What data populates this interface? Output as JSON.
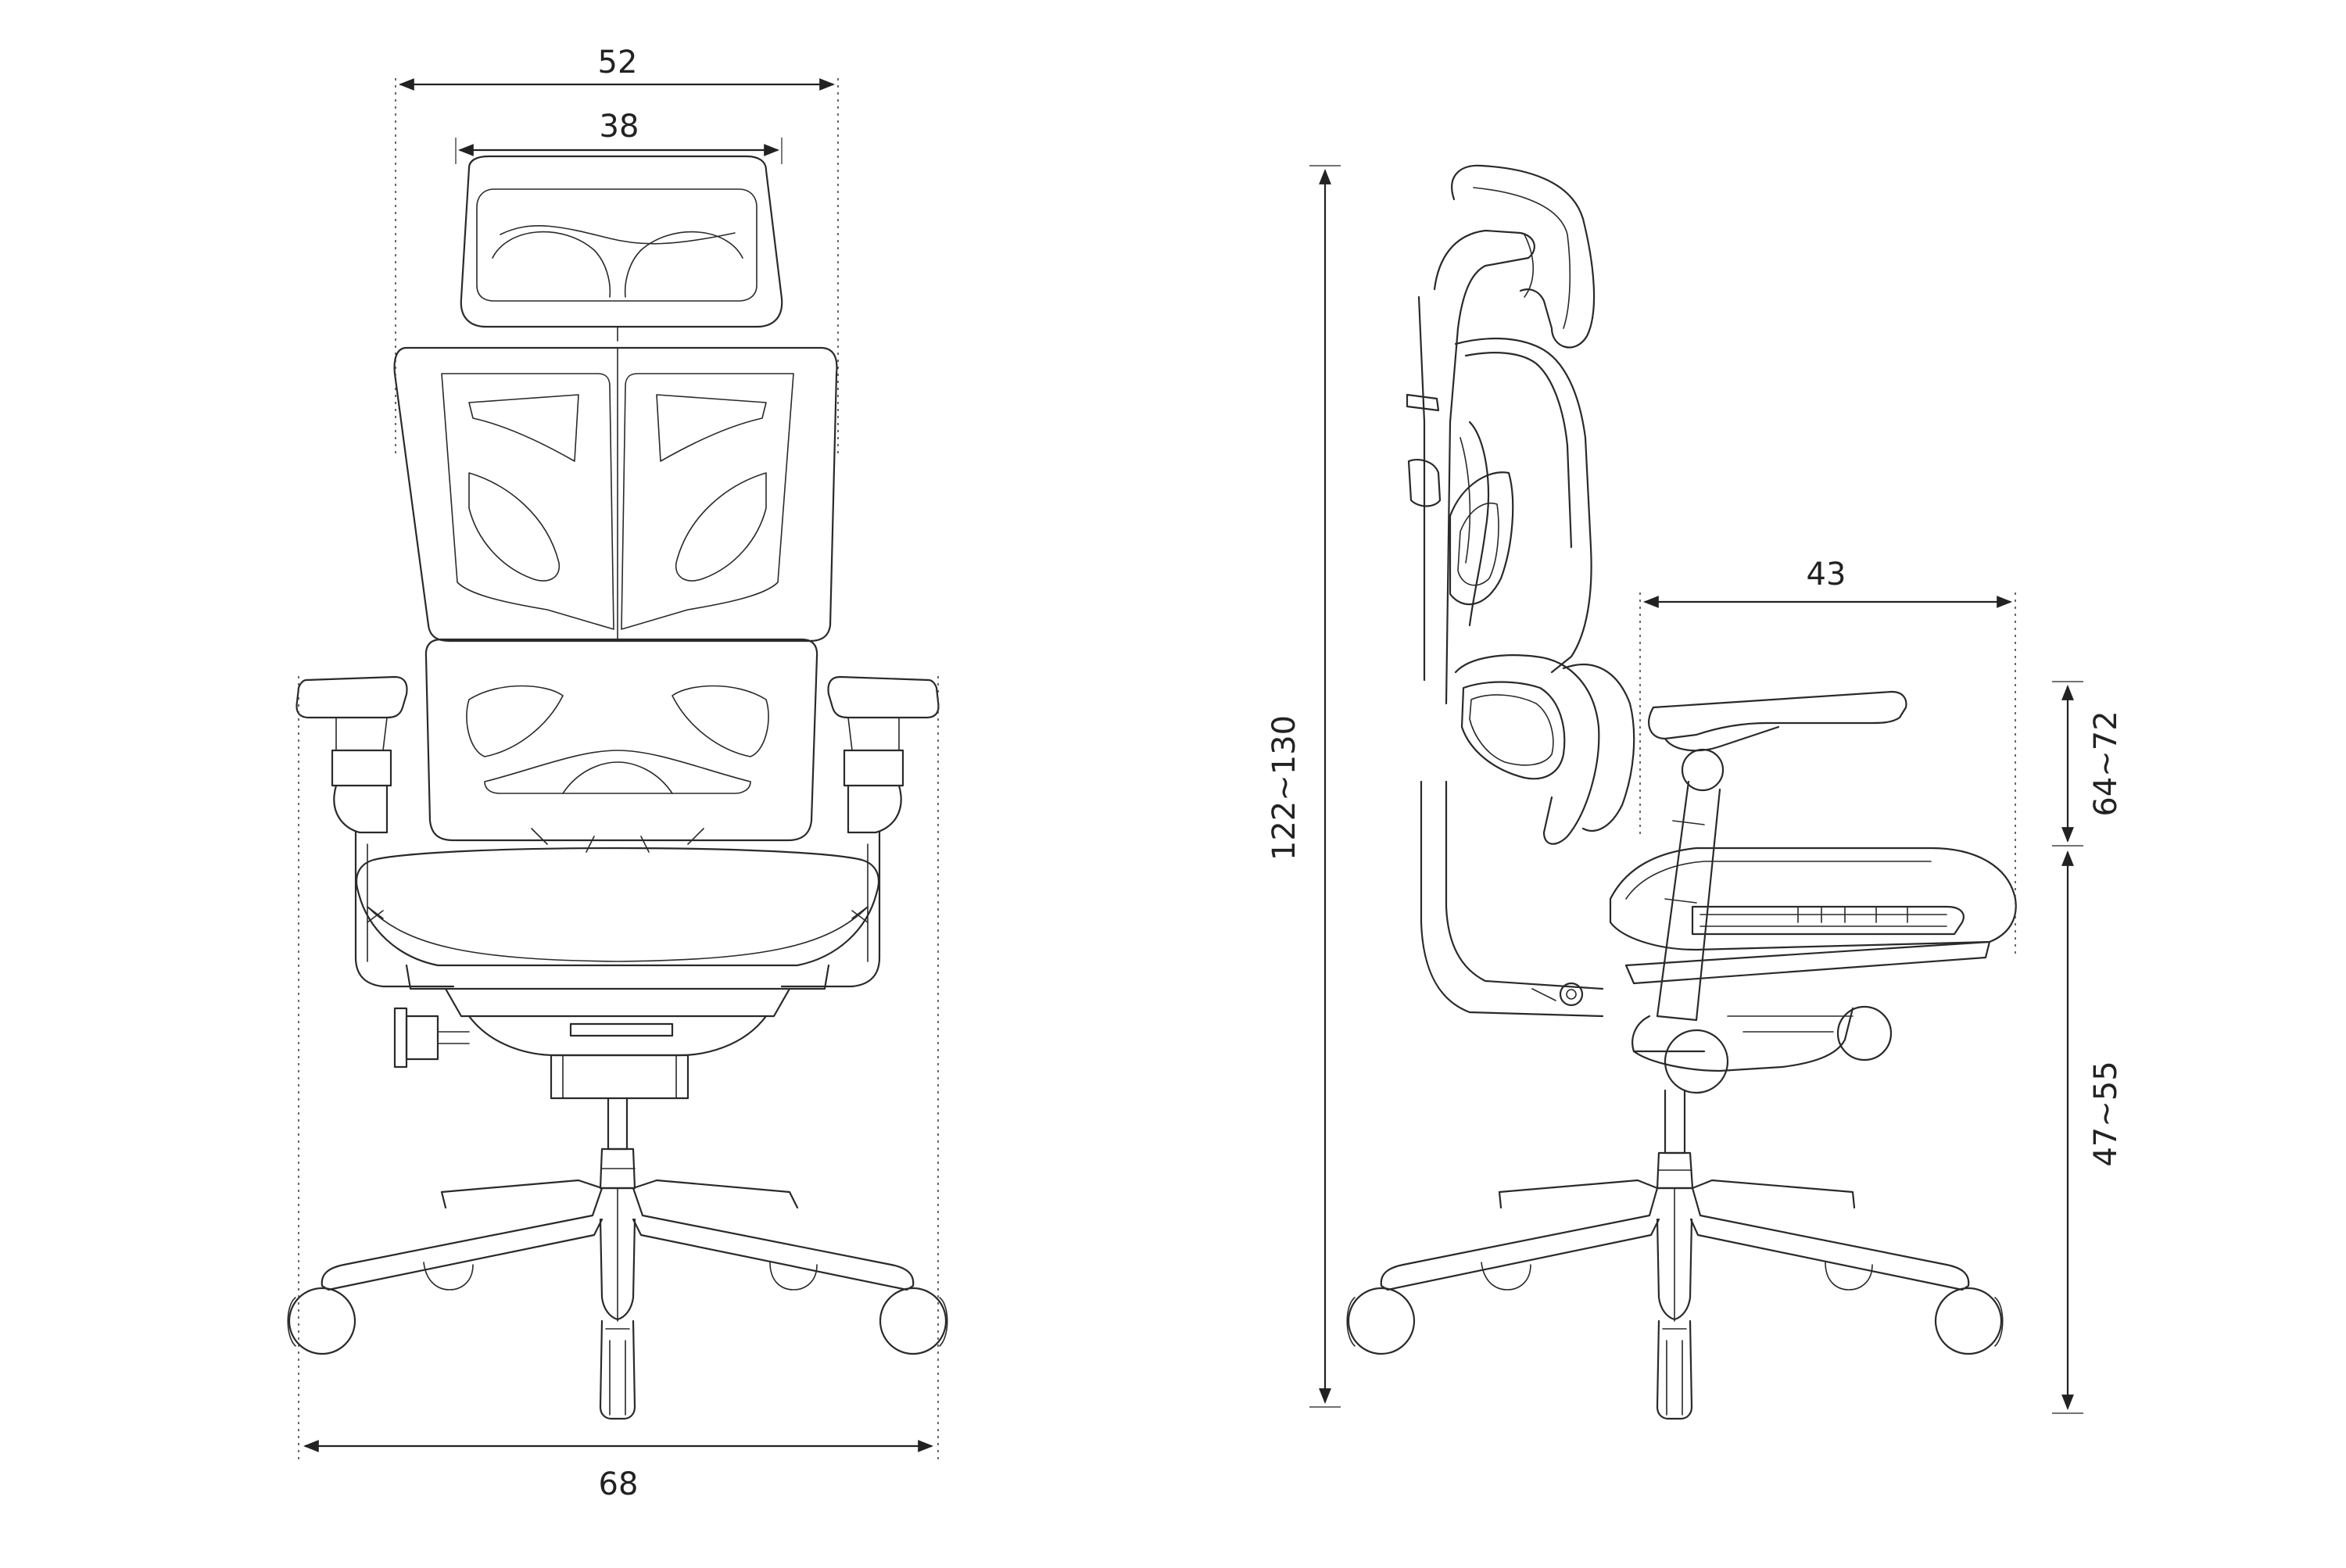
{
  "front_view": {
    "headrest_width": "38",
    "back_width": "52",
    "base_width": "68"
  },
  "side_view": {
    "total_height": "122~130",
    "seat_depth": "43",
    "armrest_height": "64~72",
    "seat_height": "47~55"
  },
  "colors": {
    "line": "#2a2a2a",
    "background": "#ffffff"
  }
}
